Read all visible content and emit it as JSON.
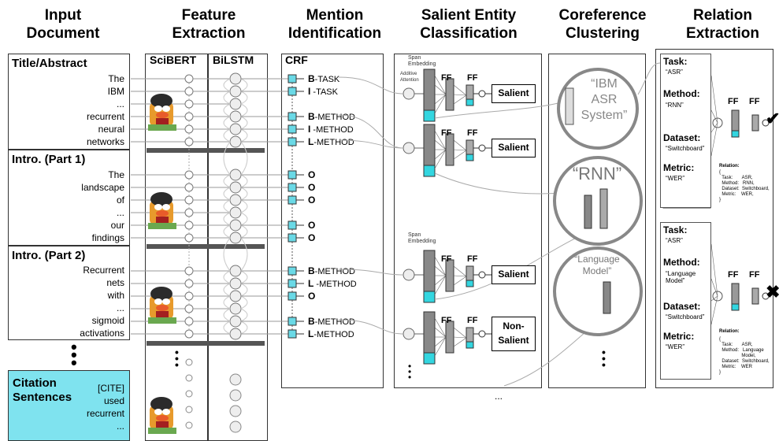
{
  "headers": {
    "input": [
      "Input",
      "Document"
    ],
    "feature": [
      "Feature",
      "Extraction"
    ],
    "mention": [
      "Mention",
      "Identification"
    ],
    "salient": [
      "Salient Entity",
      "Classification"
    ],
    "coref": [
      "Coreference",
      "Clustering"
    ],
    "relation": [
      "Relation",
      "Extraction"
    ]
  },
  "sections": {
    "title_abstract": {
      "title": "Title/Abstract",
      "tokens": [
        "The",
        "IBM",
        "...",
        "recurrent",
        "neural",
        "networks"
      ]
    },
    "intro1": {
      "title": "Intro. (Part 1)",
      "tokens": [
        "The",
        "landscape",
        "of",
        "...",
        "our",
        "findings"
      ]
    },
    "intro2": {
      "title": "Intro. (Part 2)",
      "tokens": [
        "Recurrent",
        "nets",
        "with",
        "...",
        "sigmoid",
        "activations"
      ]
    },
    "citation": {
      "title": "Citation Sentences",
      "tokens": [
        "[CITE]",
        "used",
        "recurrent",
        "..."
      ]
    }
  },
  "feature_labels": {
    "scibert": "SciBERT",
    "bilstm": "BiLSTM"
  },
  "crf": {
    "title": "CRF",
    "tags": [
      {
        "b": "B",
        "rest": "-TASK"
      },
      {
        "b": "I",
        "rest": " -TASK"
      },
      {
        "b": "B",
        "rest": "-METHOD"
      },
      {
        "b": "I",
        "rest": " -METHOD"
      },
      {
        "b": "L",
        "rest": "-METHOD"
      },
      {
        "b": "O",
        "rest": ""
      },
      {
        "b": "O",
        "rest": ""
      },
      {
        "b": "O",
        "rest": ""
      },
      {
        "b": "O",
        "rest": ""
      },
      {
        "b": "O",
        "rest": ""
      },
      {
        "b": "B",
        "rest": "-METHOD"
      },
      {
        "b": "L",
        "rest": " -METHOD"
      },
      {
        "b": "O",
        "rest": ""
      },
      {
        "b": "B",
        "rest": "-METHOD"
      },
      {
        "b": "L",
        "rest": "-METHOD"
      }
    ]
  },
  "salient": {
    "span_embedding": "Span\nEmbedding",
    "additive_attention": "Additive\nAttention",
    "ff": "FF",
    "outputs": [
      "Salient",
      "Salient",
      "Salient",
      "Non-\nSalient"
    ]
  },
  "coref": {
    "clusters": [
      "“IBM\nASR\nSystem”",
      "“RNN”",
      "“Language\nModel”"
    ]
  },
  "relation": {
    "boxes": [
      {
        "task": "Task:",
        "task_val": "“ASR”",
        "method": "Method:",
        "method_val": "“RNN”",
        "dataset": "Dataset:",
        "dataset_val": "“Switchboard”",
        "metric": "Metric:",
        "metric_val": "“WER”",
        "relation_title": "Relation:",
        "relation_text": "{\n  Task:       ASR,\n  Method:   RNN,\n  Dataset:  Switchboard,\n  Metric:    WER,\n}",
        "result": "✔"
      },
      {
        "task": "Task:",
        "task_val": "“ASR”",
        "method": "Method:",
        "method_val": "“Language\nModel”",
        "dataset": "Dataset:",
        "dataset_val": "“Switchboard”",
        "metric": "Metric:",
        "metric_val": "“WER”",
        "relation_title": "Relation:",
        "relation_text": "{\n  Task:       ASR,\n  Method:   Language\n                 Model,\n  Dataset:  Switchboard,\n  Metric:    WER\n}",
        "result": "✖"
      }
    ],
    "ff": "FF"
  },
  "colors": {
    "cyan": "#33d6e0",
    "citation_bg": "#7fe3ef",
    "grey_dark": "#555555"
  }
}
